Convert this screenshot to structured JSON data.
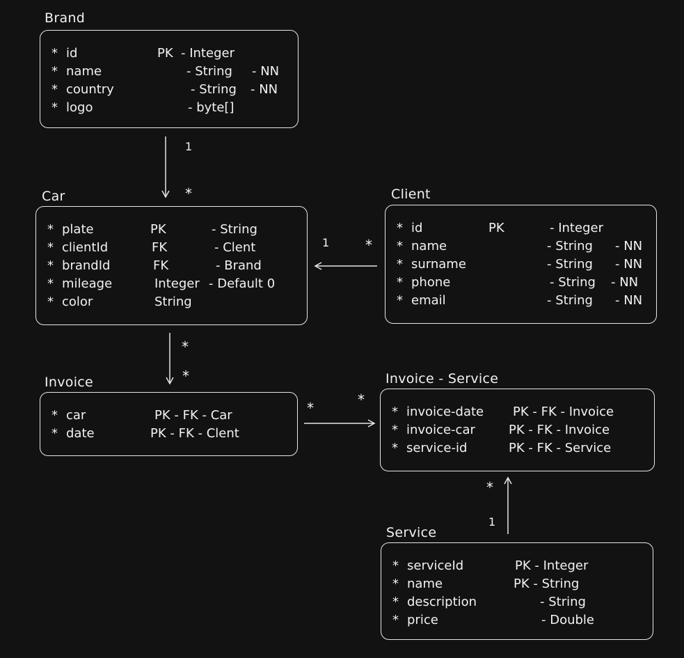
{
  "entities": {
    "brand": {
      "title": "Brand",
      "attributes": [
        {
          "bullet": "*",
          "name": "id",
          "key": "PK",
          "type": "- Integer",
          "constraint": ""
        },
        {
          "bullet": "*",
          "name": "name",
          "key": "",
          "type": "- String",
          "constraint": "- NN"
        },
        {
          "bullet": "*",
          "name": "country",
          "key": "",
          "type": "- String",
          "constraint": "- NN"
        },
        {
          "bullet": "*",
          "name": "logo",
          "key": "",
          "type": "- byte[]",
          "constraint": ""
        }
      ]
    },
    "car": {
      "title": "Car",
      "attributes": [
        {
          "bullet": "*",
          "name": "plate",
          "key": "PK",
          "type": "- String",
          "constraint": ""
        },
        {
          "bullet": "*",
          "name": "clientId",
          "key": "FK",
          "type": "- Clent",
          "constraint": ""
        },
        {
          "bullet": "*",
          "name": "brandId",
          "key": "FK",
          "type": "- Brand",
          "constraint": ""
        },
        {
          "bullet": "*",
          "name": "mileage",
          "key": "Integer",
          "type": "- Default 0",
          "constraint": ""
        },
        {
          "bullet": "*",
          "name": "color",
          "key": "String",
          "type": "",
          "constraint": ""
        }
      ]
    },
    "client": {
      "title": "Client",
      "attributes": [
        {
          "bullet": "*",
          "name": "id",
          "key": "PK",
          "type": "- Integer",
          "constraint": ""
        },
        {
          "bullet": "*",
          "name": "name",
          "key": "",
          "type": "- String",
          "constraint": "- NN"
        },
        {
          "bullet": "*",
          "name": "surname",
          "key": "",
          "type": "- String",
          "constraint": "- NN"
        },
        {
          "bullet": "*",
          "name": "phone",
          "key": "",
          "type": "- String",
          "constraint": "- NN"
        },
        {
          "bullet": "*",
          "name": "email",
          "key": "",
          "type": "- String",
          "constraint": "- NN"
        }
      ]
    },
    "invoice": {
      "title": "Invoice",
      "attributes": [
        {
          "bullet": "*",
          "name": "car",
          "key": "PK - FK - Car",
          "type": "",
          "constraint": ""
        },
        {
          "bullet": "*",
          "name": "date",
          "key": "PK - FK - Clent",
          "type": "",
          "constraint": ""
        }
      ]
    },
    "invoice_service": {
      "title": "Invoice - Service",
      "attributes": [
        {
          "bullet": "*",
          "name": "invoice-date",
          "key": "PK - FK - Invoice",
          "type": "",
          "constraint": ""
        },
        {
          "bullet": "*",
          "name": "invoice-car",
          "key": "PK - FK - Invoice",
          "type": "",
          "constraint": ""
        },
        {
          "bullet": "*",
          "name": "service-id",
          "key": "PK - FK - Service",
          "type": "",
          "constraint": ""
        }
      ]
    },
    "service": {
      "title": "Service",
      "attributes": [
        {
          "bullet": "*",
          "name": "serviceId",
          "key": "PK - Integer",
          "type": "",
          "constraint": ""
        },
        {
          "bullet": "*",
          "name": "name",
          "key": "PK - String",
          "type": "",
          "constraint": ""
        },
        {
          "bullet": "*",
          "name": "description",
          "key": "- String",
          "type": "",
          "constraint": ""
        },
        {
          "bullet": "*",
          "name": "price",
          "key": "- Double",
          "type": "",
          "constraint": ""
        }
      ]
    }
  },
  "relationships": [
    {
      "from": "Brand",
      "to": "Car",
      "from_mult": "1",
      "to_mult": "*"
    },
    {
      "from": "Client",
      "to": "Car",
      "from_mult": "*",
      "to_mult": "1"
    },
    {
      "from": "Car",
      "to": "Invoice",
      "from_mult": "*",
      "to_mult": "*"
    },
    {
      "from": "Invoice",
      "to": "Invoice - Service",
      "from_mult": "*",
      "to_mult": "*"
    },
    {
      "from": "Service",
      "to": "Invoice - Service",
      "from_mult": "1",
      "to_mult": "*"
    }
  ],
  "colors": {
    "background": "#121212",
    "stroke": "#e8e8e8",
    "text": "#f2f2f2"
  }
}
